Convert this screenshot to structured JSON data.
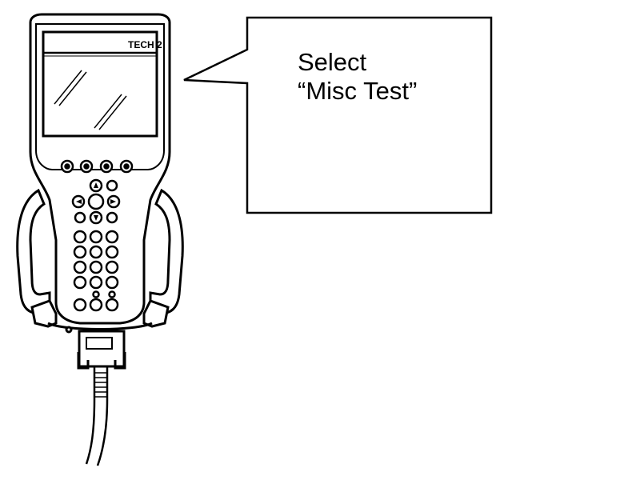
{
  "device": {
    "brand_label": "TECH 2",
    "icon": "scan-tool-icon"
  },
  "callout": {
    "line1": "Select",
    "line2": "“Misc Test”"
  },
  "colors": {
    "stroke": "#000000",
    "background": "#ffffff"
  }
}
